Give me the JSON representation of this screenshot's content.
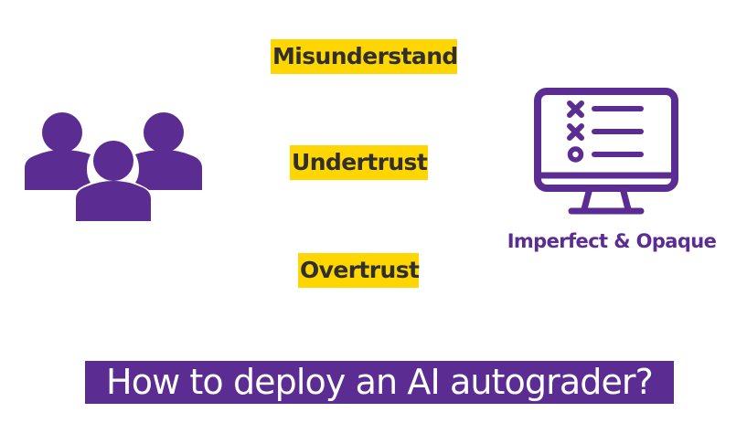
{
  "concerns": [
    {
      "label": "Misunderstand"
    },
    {
      "label": "Undertrust"
    },
    {
      "label": "Overtrust"
    }
  ],
  "left_icon": {
    "name": "people-group-icon",
    "description": "users / students"
  },
  "right_icon": {
    "name": "monitor-checklist-icon",
    "description": "AI autograder"
  },
  "ai_caption": "Imperfect & Opaque",
  "title": "How to deploy an AI autograder?",
  "colors": {
    "purple": "#5B2C91",
    "highlight": "#FFD600",
    "text_dark": "#2f2f2f",
    "background": "#ffffff"
  }
}
